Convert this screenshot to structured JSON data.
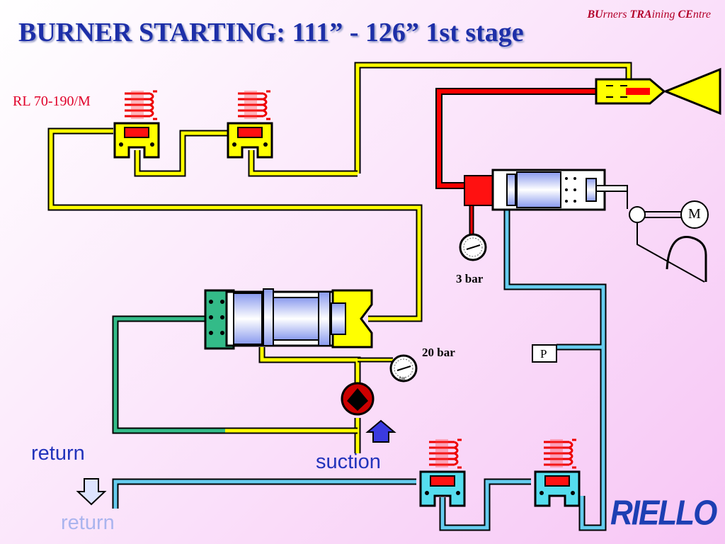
{
  "header": {
    "title": "BURNER  STARTING: 111” - 126” 1st stage",
    "brand_tag": [
      "BU",
      "rners ",
      "TRA",
      "ining ",
      "CE",
      "ntre"
    ]
  },
  "model_label": "RL 70-190/M",
  "gauges": {
    "gauge_1_label": "3 bar",
    "gauge_2_label": "20 bar",
    "gauge_face_text": "bar"
  },
  "components": {
    "pressure_switch_label": "P",
    "motor_label": "M"
  },
  "flow_labels": {
    "return_top": "return",
    "suction": "suction",
    "return_bottom": "return"
  },
  "logo_text": "RIELLO",
  "colors": {
    "title": "#1d2fa8",
    "yellow_line": "#ffff00",
    "red_line": "#ff0000",
    "blue_line": "#66ccee",
    "green_line": "#33bb88",
    "coil_red": "#ff2222",
    "logo": "#1d3fb3"
  }
}
